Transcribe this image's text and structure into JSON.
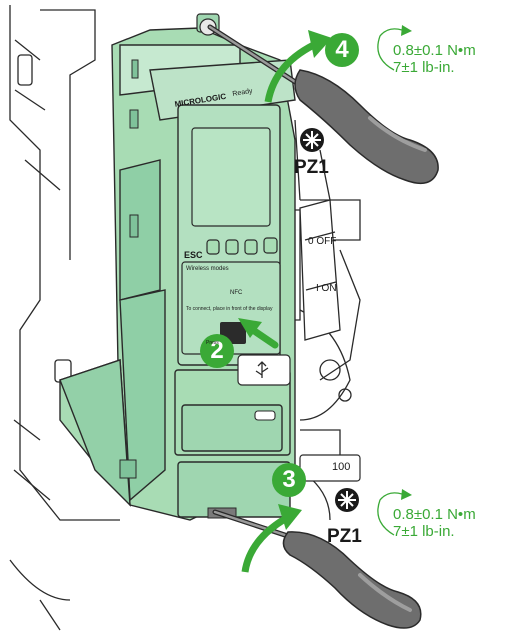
{
  "colors": {
    "accent_green": "#3aa936",
    "unit_green": "#a8dcb4",
    "unit_green_dark": "#7fc29a",
    "line": "#2a2a2a"
  },
  "device": {
    "brand": "MICROLOGIC",
    "ready": "Ready",
    "esc": "ESC",
    "wireless": "Wireless modes",
    "nfc": "NFC",
    "connect_hint": "To connect, place in front of the display",
    "press": "Press",
    "off_label": "0 OFF",
    "on_label": "I ON",
    "counter": "100"
  },
  "steps": [
    {
      "number": "4",
      "torque_nm": "0.8±0.1 N•m",
      "torque_lbin": "7±1 lb-in.",
      "bit": "PZ1"
    },
    {
      "number": "2"
    },
    {
      "number": "3",
      "torque_nm": "0.8±0.1 N•m",
      "torque_lbin": "7±1 lb-in.",
      "bit": "PZ1"
    }
  ],
  "icons": [
    "phillips-bit-icon",
    "usb-icon",
    "nfc-icon",
    "screwdriver-icon",
    "rotate-arrow-icon"
  ]
}
